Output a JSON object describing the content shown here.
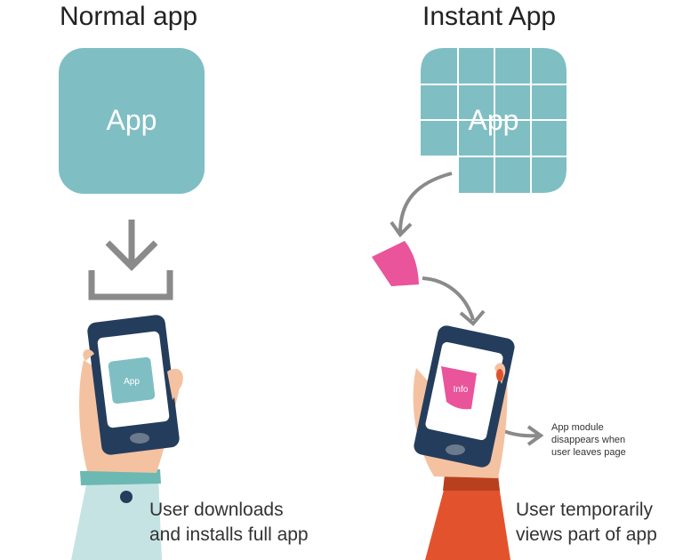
{
  "titles": {
    "normal": "Normal app",
    "instant": "Instant App"
  },
  "labels": {
    "big_app_normal": "App",
    "big_app_instant": "App",
    "phone_app": "App",
    "phone_module": "Info"
  },
  "captions": {
    "left": [
      "User downloads",
      "and installs full app"
    ],
    "right": [
      "User temporarily",
      "views part of app"
    ]
  },
  "note": [
    "App module",
    "disappears when",
    "user leaves page"
  ],
  "colors": {
    "app_tile": "#7fbfc4",
    "grid_lines": "#ffffff",
    "module": "#e9549b",
    "phone_body": "#243d5c",
    "arrow": "#8a8a8a",
    "skin": "#f4c2a1",
    "sleeve_left": "#c6e3e3",
    "sleeve_right": "#e2532d"
  }
}
